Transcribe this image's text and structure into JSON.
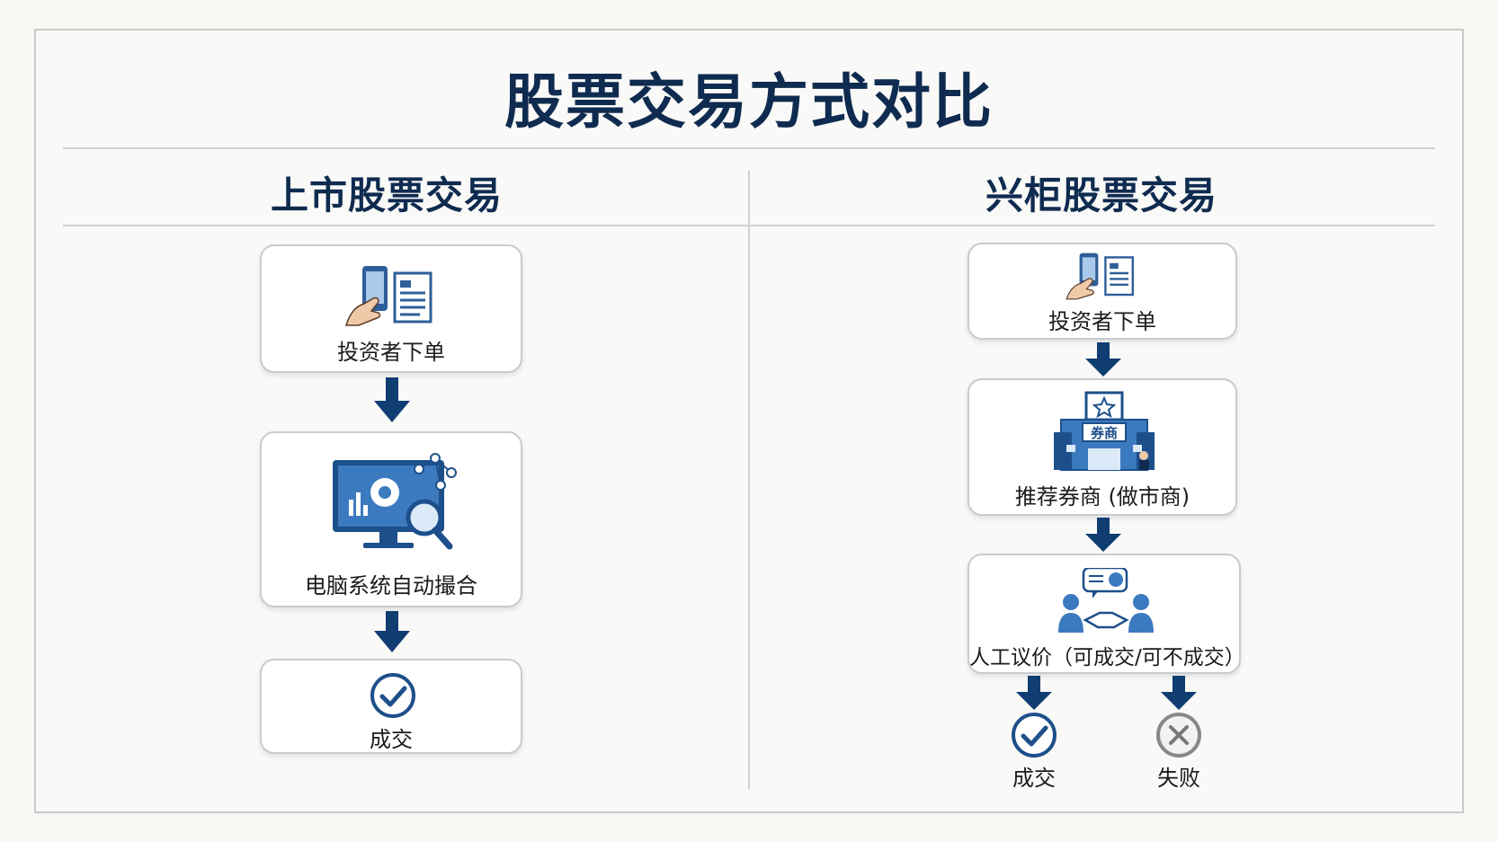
{
  "title": "股票交易方式对比",
  "left": {
    "heading": "上市股票交易",
    "steps": [
      {
        "label": "投资者下单",
        "icon": "phone-document-icon"
      },
      {
        "label": "电脑系统自动撮合",
        "icon": "computer-gear-magnifier-icon"
      },
      {
        "label": "成交",
        "icon": "check-circle-icon"
      }
    ]
  },
  "right": {
    "heading": "兴柜股票交易",
    "steps": [
      {
        "label": "投资者下单",
        "icon": "phone-document-icon"
      },
      {
        "label": "推荐券商 (做市商)",
        "icon": "broker-building-icon",
        "sign": "券商"
      },
      {
        "label": "人工议价（可成交/可不成交）",
        "icon": "handshake-negotiation-icon"
      }
    ],
    "outcomes": [
      {
        "label": "成交",
        "icon": "check-circle-icon"
      },
      {
        "label": "失败",
        "icon": "x-circle-icon"
      }
    ]
  },
  "colors": {
    "title": "#0f2b50",
    "arrow": "#103d72",
    "accent": "#2e5f98",
    "fail": "#888888"
  }
}
